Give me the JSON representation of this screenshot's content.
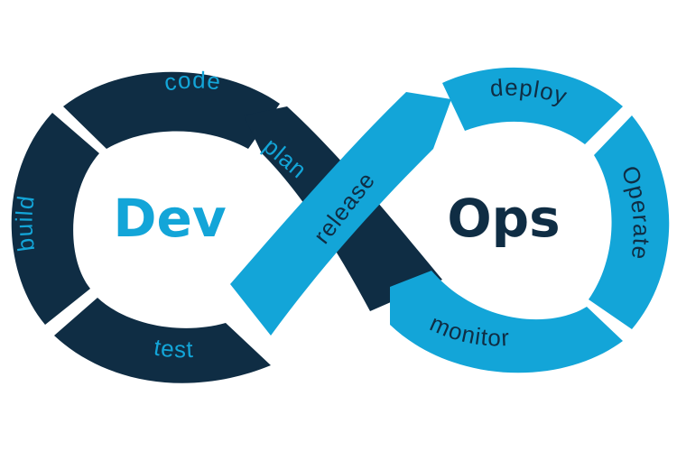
{
  "diagram": {
    "dev_word": "Dev",
    "ops_word": "Ops",
    "stages": {
      "code": "code",
      "build": "build",
      "test": "test",
      "plan": "plan",
      "release": "release",
      "deploy": "deploy",
      "operate": "Operate",
      "monitor": "monitor"
    }
  },
  "colors": {
    "dark_navy": "#0f2d44",
    "light_blue": "#13a5d8",
    "background": "#ffffff"
  }
}
